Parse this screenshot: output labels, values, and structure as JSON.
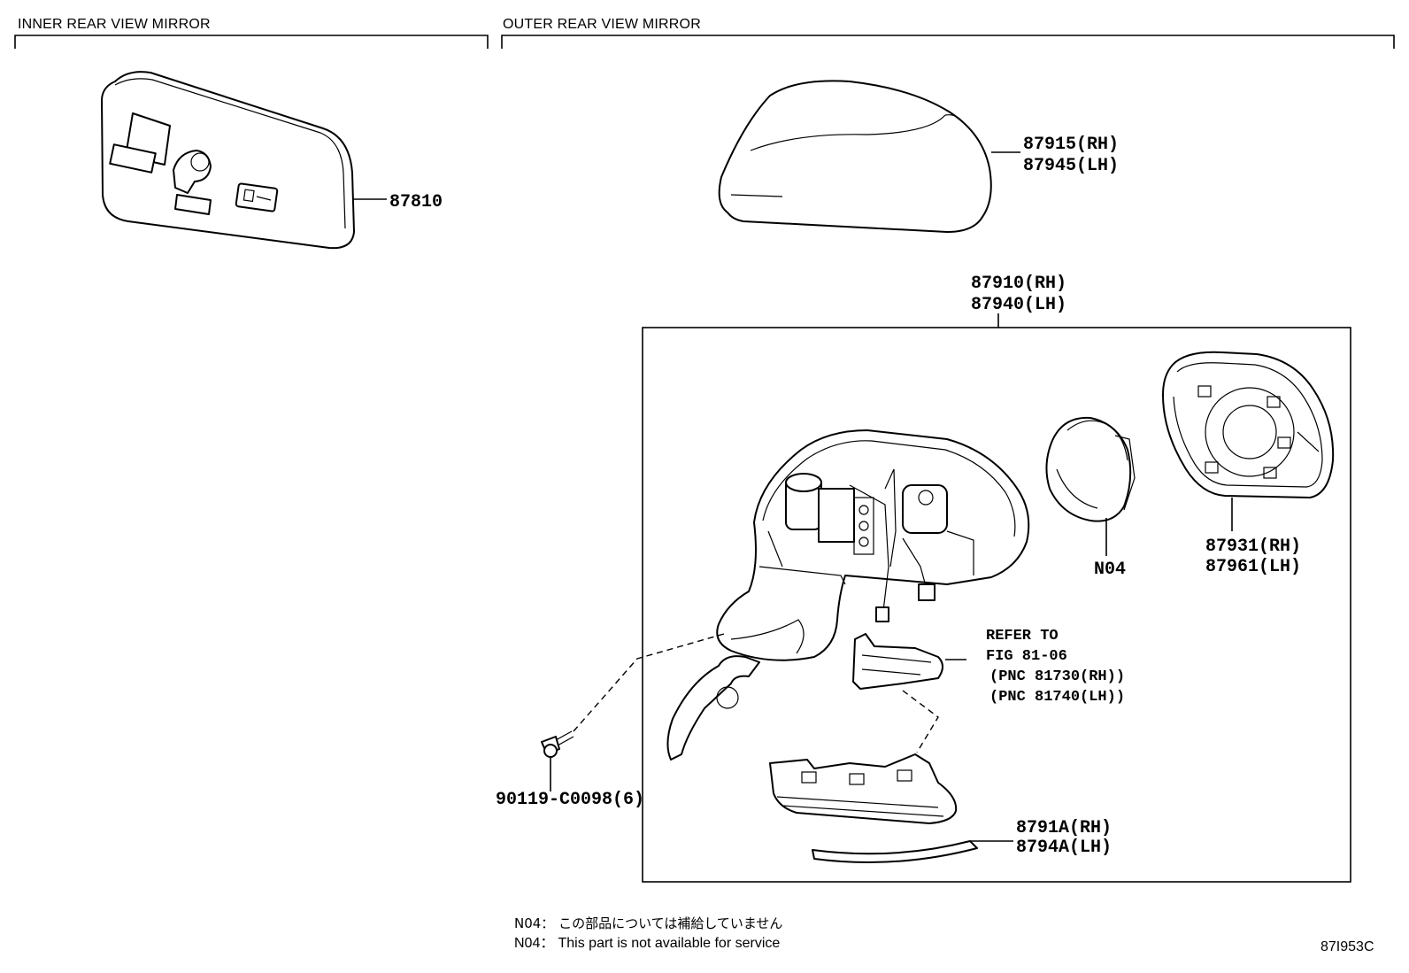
{
  "sections": {
    "inner": "INNER REAR VIEW MIRROR",
    "outer": "OUTER REAR VIEW MIRROR"
  },
  "parts": {
    "inner_mirror": "87810",
    "cover_rh": "87915(RH)",
    "cover_lh": "87945(LH)",
    "mirror_assy_rh": "87910(RH)",
    "mirror_assy_lh": "87940(LH)",
    "n04": "N04",
    "glass_rh": "87931(RH)",
    "glass_lh": "87961(LH)",
    "screw": "90119-C0098(6)",
    "lamp_rh": "8791A(RH)",
    "lamp_lh": "8794A(LH)"
  },
  "refer": {
    "line1": "REFER TO",
    "line2": "FIG 81-06",
    "pnc_rh": "(PNC 81730(RH))",
    "pnc_lh": "(PNC 81740(LH))"
  },
  "notes": {
    "jp": "N04： この部品については補給していません",
    "en": "N04： This part is not available for service"
  },
  "figure_code": "87I953C"
}
